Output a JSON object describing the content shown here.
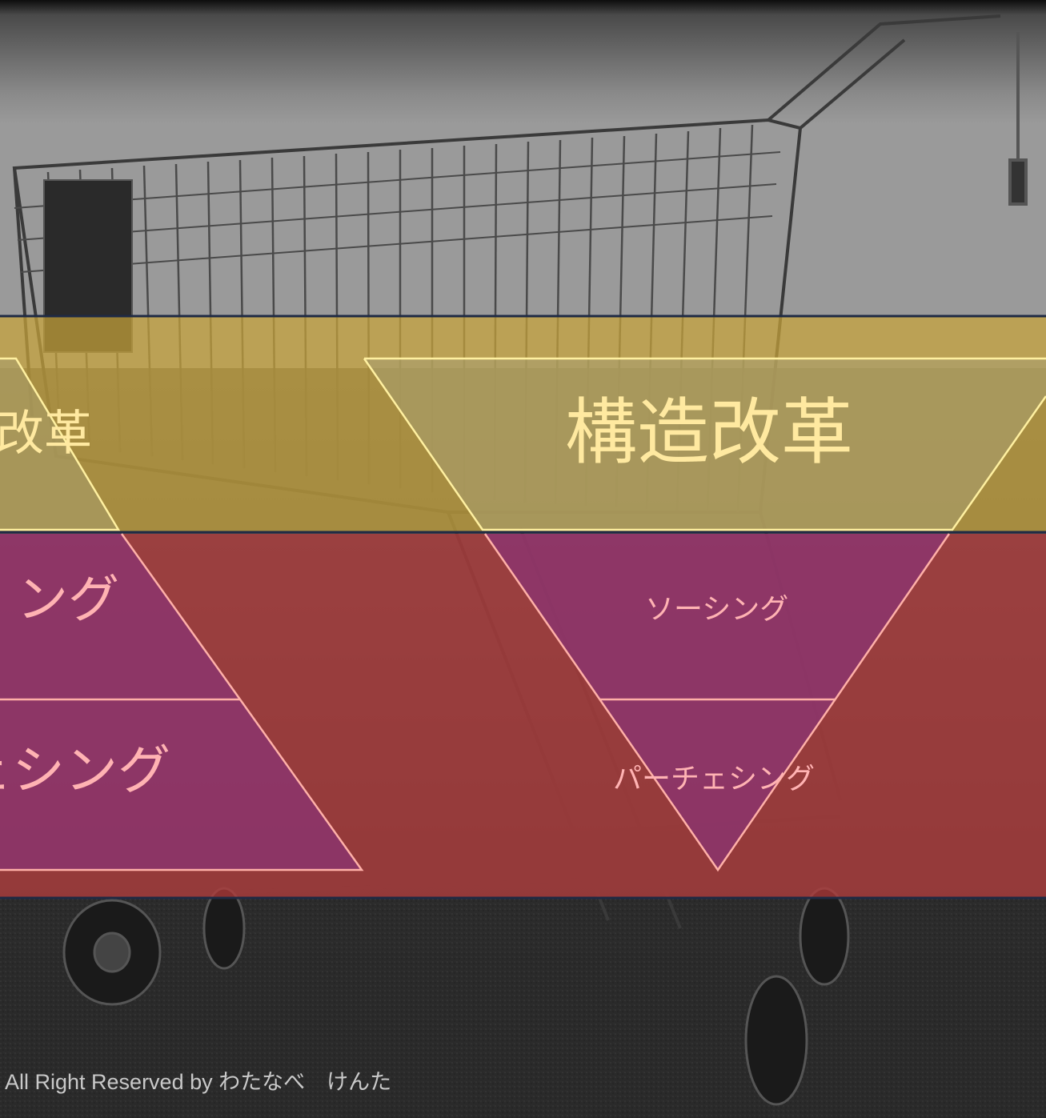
{
  "slide": {
    "background": {
      "image": "black-and-white photo of a shopping cart on asphalt",
      "icon_name": "shopping-cart-photo"
    },
    "bands": {
      "upper_color": "#c8a43a",
      "lower_color": "#b83a3a",
      "divider_color": "#1f2a44"
    },
    "funnel_left": {
      "top_label": "改革",
      "middle_label": "ング",
      "bottom_label": "ェシング"
    },
    "funnel_right": {
      "top_label": "構造改革",
      "middle_label": "ソーシング",
      "bottom_label": "パーチェシング"
    },
    "colors": {
      "yellow_text": "#ffe9a0",
      "pink_text": "#ffb3b3",
      "funnel_purple": "#8a3474",
      "yellow_outline": "#fff0a0",
      "pink_outline": "#ffb0a8"
    },
    "footer": "All Right Reserved by わたなべ　けんた"
  }
}
